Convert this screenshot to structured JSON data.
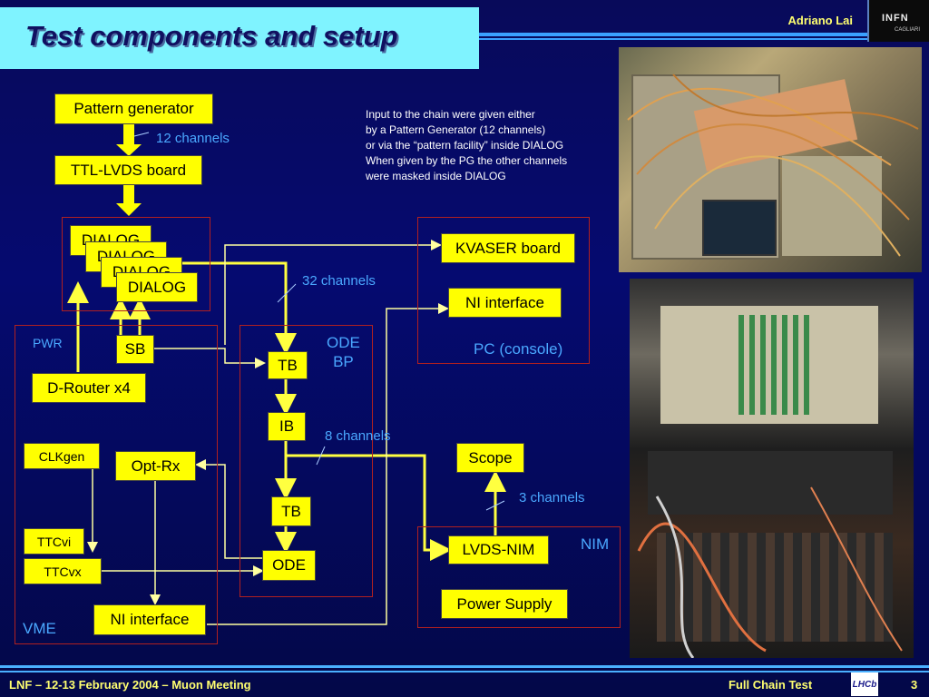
{
  "header": {
    "title": "Test components and setup",
    "author": "Adriano Lai",
    "logo_text": "INFN",
    "logo_subtext": "CAGLIARI"
  },
  "diagram": {
    "pattern_generator": "Pattern generator",
    "ttl_lvds_board": "TTL-LVDS board",
    "dialog_1": "DIALOG",
    "dialog_2": "DIALOG",
    "dialog_3": "DIALOG",
    "dialog_4": "DIALOG",
    "sb": "SB",
    "d_router": "D-Router x4",
    "pwr": "PWR",
    "clkgen": "CLKgen",
    "opt_rx": "Opt-Rx",
    "ttcvi": "TTCvi",
    "ttcvx": "TTCvx",
    "ni_interface_vme": "NI interface",
    "vme": "VME",
    "tb_top": "TB",
    "ib": "IB",
    "tb_bottom": "TB",
    "ode": "ODE",
    "ode_bp": "ODE\nBP",
    "kvaser_board": "KVASER board",
    "ni_interface_pc": "NI interface",
    "pc_console": "PC (console)",
    "scope": "Scope",
    "lvds_nim": "LVDS-NIM",
    "nim": "NIM",
    "power_supply": "Power Supply",
    "label_12_channels": "12 channels",
    "label_32_channels": "32 channels",
    "label_8_channels": "8 channels",
    "label_3_channels": "3 channels"
  },
  "notes": {
    "line1": "Input to the chain were given either",
    "line2": "by a Pattern Generator (12 channels)",
    "line3": "or via the “pattern facility” inside DIALOG",
    "line4": "When given by the PG the other channels",
    "line5": "were masked inside DIALOG"
  },
  "footer": {
    "left": "LNF – 12-13 February 2004 – Muon Meeting",
    "center": "Full Chain Test",
    "logo": "LHCb",
    "page": "3"
  },
  "colors": {
    "box_fill": "#ffff00",
    "wire": "#ffff40",
    "frame": "#b02020",
    "label": "#4aa8ff",
    "title_bg": "#7ff3ff"
  }
}
